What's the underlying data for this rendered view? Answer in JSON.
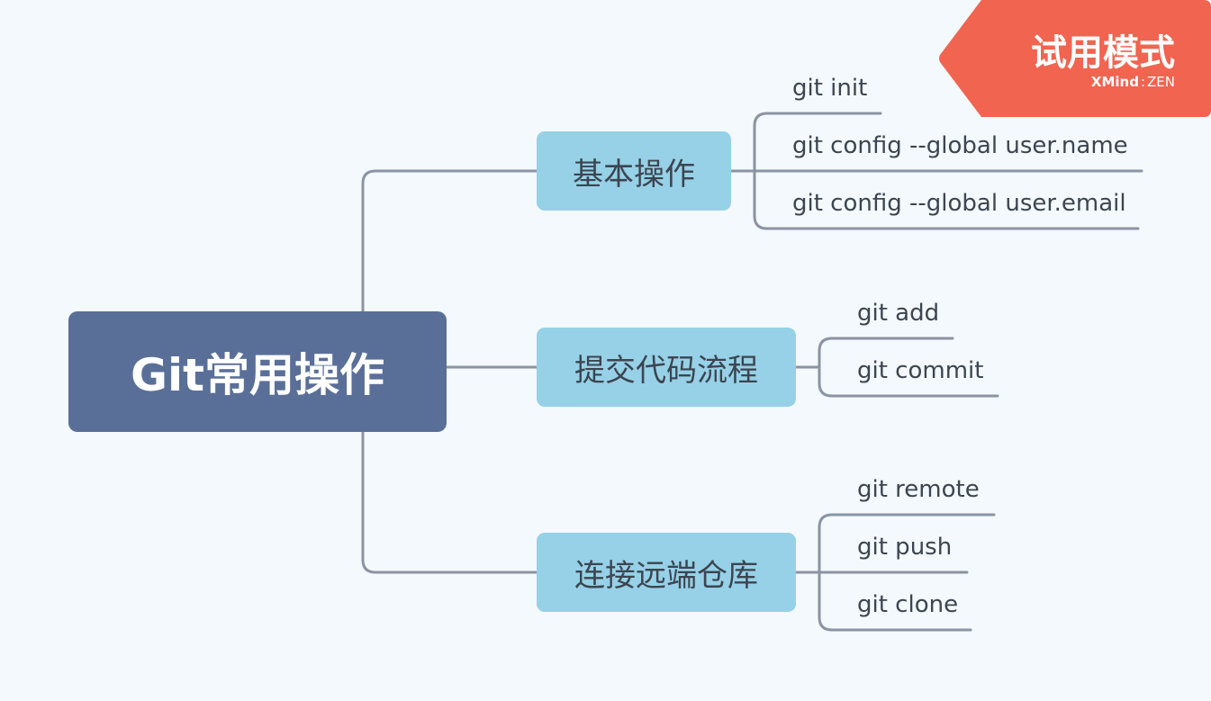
{
  "diagram": {
    "root": "Git常用操作",
    "branches": [
      {
        "label": "基本操作",
        "leaves": [
          "git init",
          "git config --global user.name",
          "git config --global user.email"
        ]
      },
      {
        "label": "提交代码流程",
        "leaves": [
          "git add",
          "git commit"
        ]
      },
      {
        "label": "连接远端仓库",
        "leaves": [
          "git remote",
          "git push",
          "git clone"
        ]
      }
    ]
  },
  "watermark": {
    "title": "试用模式",
    "brand": "XMind",
    "separator": ":",
    "edition": "ZEN"
  },
  "colors": {
    "background": "#f4f9fd",
    "root_fill": "#5a6f98",
    "branch_fill": "#96d1e7",
    "line": "#8a94a3",
    "text": "#3c4550",
    "watermark": "#f06450"
  }
}
